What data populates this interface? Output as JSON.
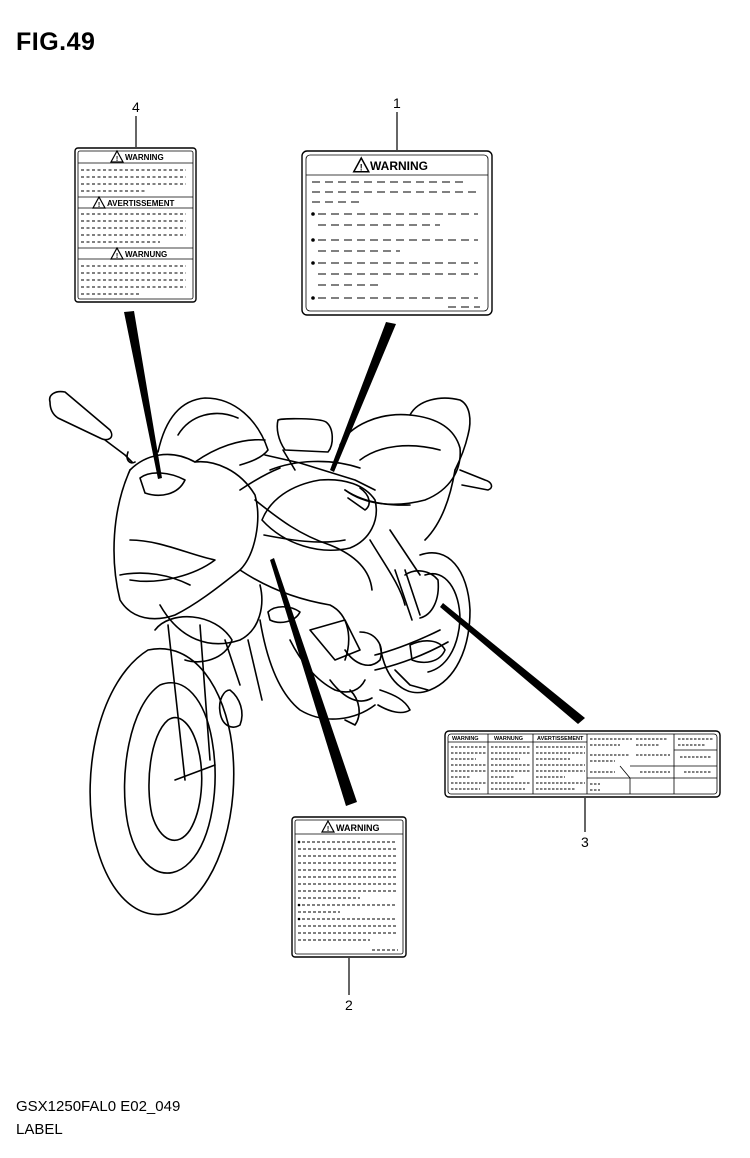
{
  "figure": {
    "title": "FIG.49"
  },
  "footer": {
    "code": "GSX1250FAL0 E02_049",
    "name": "LABEL"
  },
  "callouts": [
    "4",
    "1",
    "3",
    "2"
  ],
  "labels": {
    "l4": {
      "headings": [
        "WARNING",
        "AVERTISSEMENT",
        "WARNUNG"
      ]
    },
    "l1": {
      "heading": "WARNING"
    },
    "l2": {
      "heading": "WARNING"
    },
    "l3": {
      "headings": [
        "WARNING",
        "WARNUNG",
        "AVERTISSEMENT"
      ]
    }
  }
}
